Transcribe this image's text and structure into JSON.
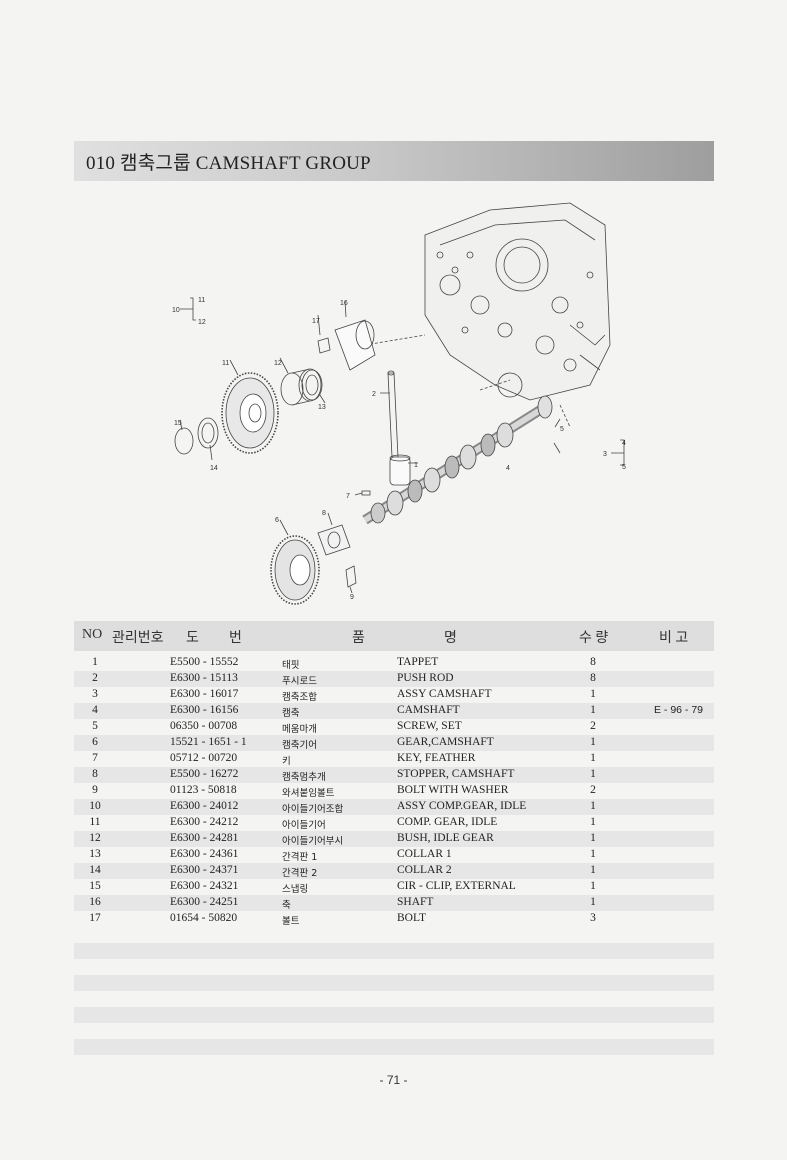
{
  "section": {
    "title": "010  캠축그룹  CAMSHAFT GROUP"
  },
  "diagram": {
    "callouts": [
      "1",
      "2",
      "3",
      "4",
      "5",
      "6",
      "7",
      "8",
      "9",
      "10",
      "11",
      "12",
      "13",
      "14",
      "15",
      "16",
      "17"
    ],
    "group_labels": {
      "g10": {
        "main": "10",
        "top": "11",
        "bottom": "12"
      },
      "g3": {
        "main": "3",
        "top": "4",
        "bottom": "5"
      }
    }
  },
  "table": {
    "headers": {
      "no": "NO",
      "mgmt": "관리번호",
      "do": "도",
      "beon": "번",
      "pum": "품",
      "myeong": "명",
      "qty": "수 량",
      "remark": "비 고"
    },
    "rows": [
      {
        "no": "1",
        "part": "E5500 - 15552",
        "kr": "태핏",
        "en": "TAPPET",
        "qty": "8",
        "remark": ""
      },
      {
        "no": "2",
        "part": "E6300 - 15113",
        "kr": "푸시로드",
        "en": "PUSH ROD",
        "qty": "8",
        "remark": ""
      },
      {
        "no": "3",
        "part": "E6300 - 16017",
        "kr": "캠축조합",
        "en": "ASSY CAMSHAFT",
        "qty": "1",
        "remark": ""
      },
      {
        "no": "4",
        "part": "E6300 - 16156",
        "kr": "캠축",
        "en": "CAMSHAFT",
        "qty": "1",
        "remark": "E - 96 - 79"
      },
      {
        "no": "5",
        "part": "06350 - 00708",
        "kr": "메움마개",
        "en": "SCREW, SET",
        "qty": "2",
        "remark": ""
      },
      {
        "no": "6",
        "part": "15521 - 1651 - 1",
        "kr": "캠축기어",
        "en": "GEAR,CAMSHAFT",
        "qty": "1",
        "remark": ""
      },
      {
        "no": "7",
        "part": "05712 - 00720",
        "kr": "키",
        "en": "KEY, FEATHER",
        "qty": "1",
        "remark": ""
      },
      {
        "no": "8",
        "part": "E5500 - 16272",
        "kr": "캠축멈추개",
        "en": "STOPPER, CAMSHAFT",
        "qty": "1",
        "remark": ""
      },
      {
        "no": "9",
        "part": "01123 - 50818",
        "kr": "와셔붙임볼트",
        "en": "BOLT WITH WASHER",
        "qty": "2",
        "remark": ""
      },
      {
        "no": "10",
        "part": "E6300 - 24012",
        "kr": "아이들기어조합",
        "en": "ASSY COMP.GEAR, IDLE",
        "qty": "1",
        "remark": ""
      },
      {
        "no": "11",
        "part": "E6300 - 24212",
        "kr": "아이들기어",
        "en": "COMP. GEAR, IDLE",
        "qty": "1",
        "remark": ""
      },
      {
        "no": "12",
        "part": "E6300 - 24281",
        "kr": "아이들기어부시",
        "en": "BUSH, IDLE GEAR",
        "qty": "1",
        "remark": ""
      },
      {
        "no": "13",
        "part": "E6300 - 24361",
        "kr": "간격판 1",
        "en": "COLLAR 1",
        "qty": "1",
        "remark": ""
      },
      {
        "no": "14",
        "part": "E6300 - 24371",
        "kr": "간격판 2",
        "en": "COLLAR 2",
        "qty": "1",
        "remark": ""
      },
      {
        "no": "15",
        "part": "E6300 - 24321",
        "kr": "스냅링",
        "en": "CIR - CLIP, EXTERNAL",
        "qty": "1",
        "remark": ""
      },
      {
        "no": "16",
        "part": "E6300 - 24251",
        "kr": "축",
        "en": "SHAFT",
        "qty": "1",
        "remark": ""
      },
      {
        "no": "17",
        "part": "01654 - 50820",
        "kr": "볼트",
        "en": "BOLT",
        "qty": "3",
        "remark": ""
      }
    ]
  },
  "page_number": "- 71 -"
}
